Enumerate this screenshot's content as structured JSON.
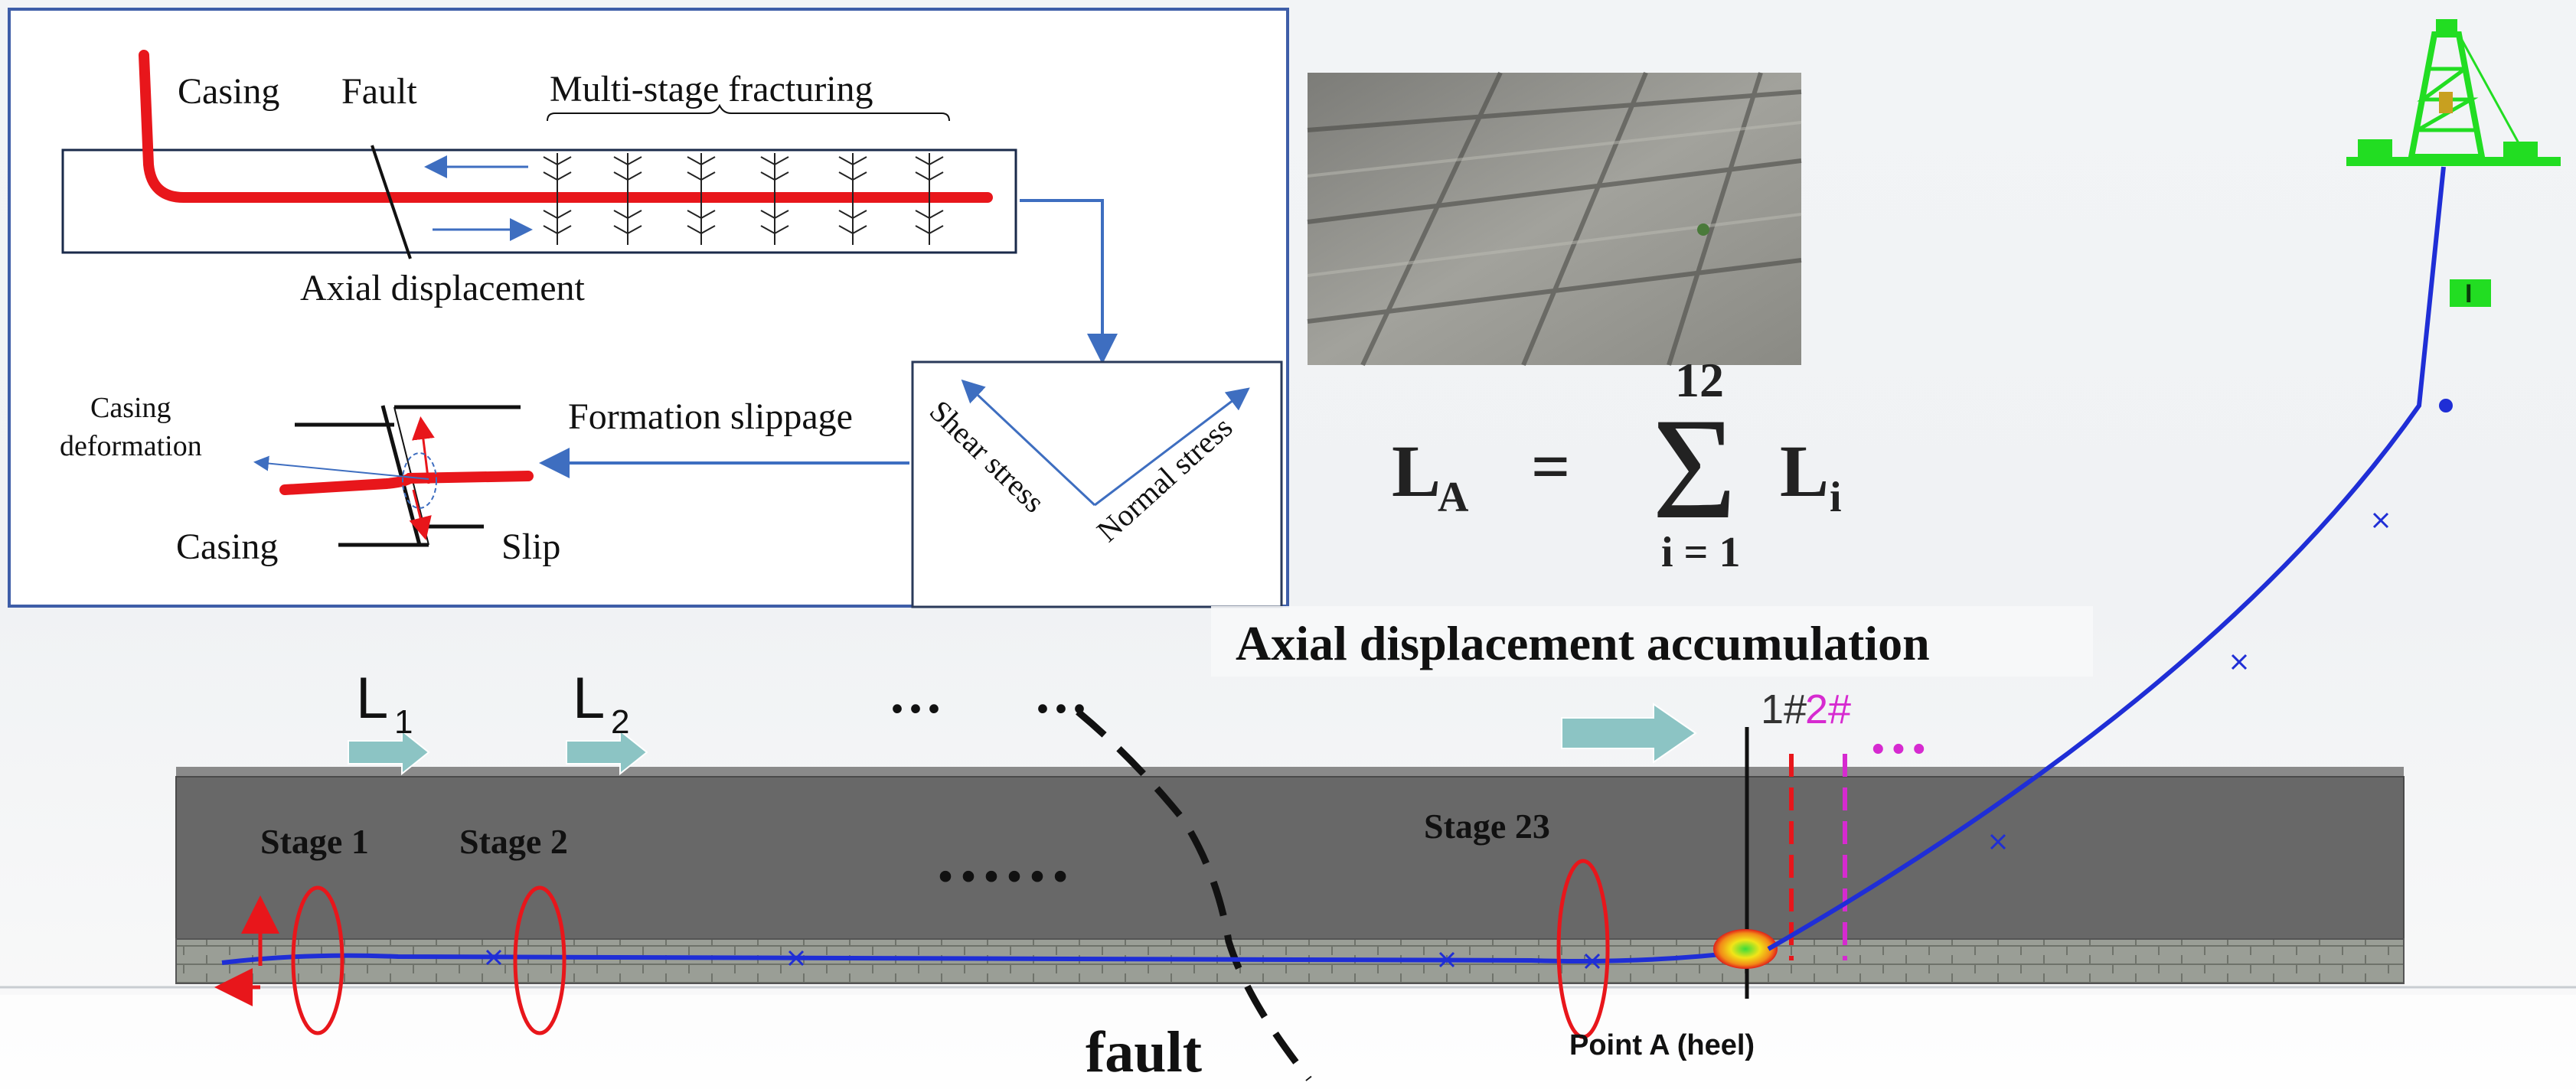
{
  "inset": {
    "casing": "Casing",
    "fault": "Fault",
    "multi_stage": "Multi-stage  fracturing",
    "axial_displacement": "Axial displacement",
    "formation_slippage": "Formation slippage",
    "casing_deformation_line1": "Casing",
    "casing_deformation_line2": "deformation",
    "casing_bottom": "Casing",
    "slip": "Slip",
    "shear_stress": "Shear stress",
    "normal_stress": "Normal stress"
  },
  "formula": {
    "lhs": "L",
    "lhs_sub": "A",
    "equals": "=",
    "sum_upper": "12",
    "sum_lower": "i = 1",
    "term": "L",
    "term_sub": "i"
  },
  "main": {
    "accumulation_title": "Axial displacement accumulation",
    "l1": "L",
    "l1_sub": "1",
    "l2": "L",
    "l2_sub": "2",
    "dots_top_1": "···",
    "dots_top_2": "···",
    "dots_mid": "······",
    "stage_1": "Stage 1",
    "stage_2": "Stage 2",
    "stage_23": "Stage 23",
    "fault": "fault",
    "point_a": "Point A (heel)",
    "marker_1": "1#",
    "marker_2": "2#",
    "marker_more": "···",
    "well_tag": "I"
  },
  "colors": {
    "casing": "#e8161b",
    "wellbore": "#1f2ed6",
    "arrow_fill": "#8cc4c4",
    "formation": "#686868",
    "rig": "#22dd22",
    "magenta": "#d62ad0",
    "inset_border": "#3e5ea8"
  }
}
